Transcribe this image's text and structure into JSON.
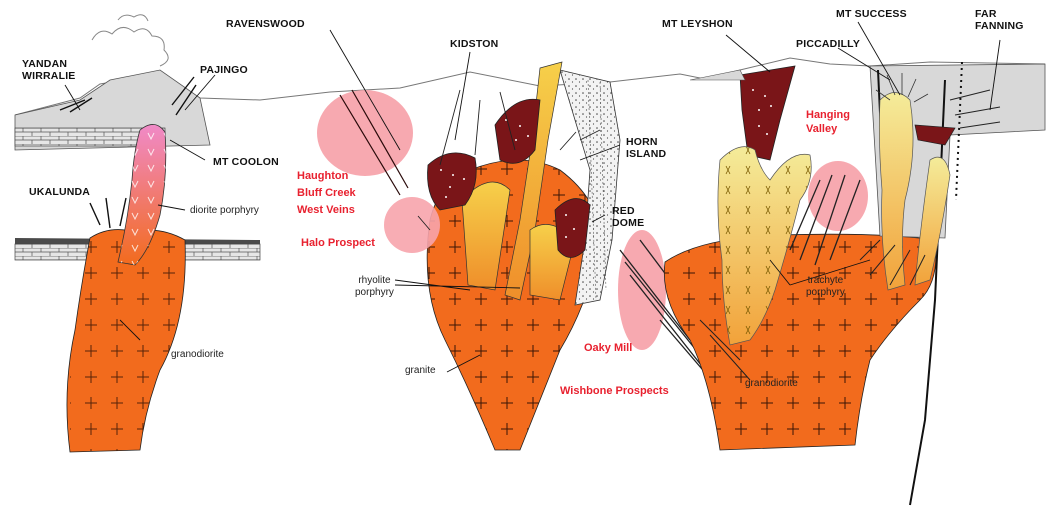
{
  "colors": {
    "orange_intrusion": "#f26b1d",
    "yellow_porphyry": "#f2c23a",
    "pale_yellow": "#f4ec9a",
    "maroon_breccia": "#7a1518",
    "pink_halo": "#f7a4ac",
    "diorite_pink": "#f08ac8",
    "country_rock": "#d8d8d8",
    "prospect_red": "#e8212f"
  },
  "deposits": {
    "yandan_wirralie": "YANDAN\nWIRRALIE",
    "pajingo": "PAJINGO",
    "mt_coolon": "MT COOLON",
    "ukalunda": "UKALUNDA",
    "ravenswood": "RAVENSWOOD",
    "kidston": "KIDSTON",
    "horn_island": "HORN\nISLAND",
    "red_dome": "RED\nDOME",
    "mt_leyshon": "MT LEYSHON",
    "mt_success": "MT SUCCESS",
    "piccadilly": "PICCADILLY",
    "far_fanning": "FAR\nFANNING"
  },
  "prospects": {
    "haughton": "Haughton\nBluff Creek\nWest Veins",
    "halo": "Halo Prospect",
    "oaky_mill": "Oaky Mill",
    "wishbone": "Wishbone Prospects",
    "hanging_valley": "Hanging\nValley"
  },
  "rocks": {
    "diorite_porphyry": "diorite porphyry",
    "granodiorite_left": "granodiorite",
    "rhyolite_porphyry": "rhyolite\nporphyry",
    "granite": "granite",
    "granodiorite_right": "granodiorite",
    "trachyte_porphyry": "trachyte\nporphyry"
  }
}
